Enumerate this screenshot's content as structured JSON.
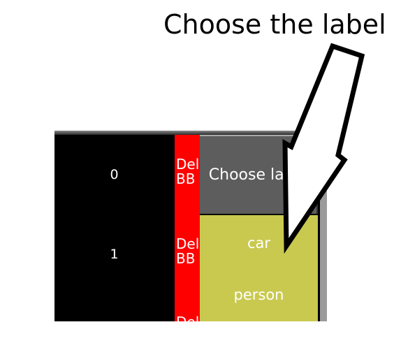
{
  "annotation": {
    "text": "Choose the label"
  },
  "rows": [
    {
      "index": "0",
      "delete_label": "Del\nBB"
    },
    {
      "index": "1",
      "delete_label": "Del\nBB"
    }
  ],
  "partial_delete_label": "Del",
  "choose_button": {
    "label": "Choose label"
  },
  "dropdown": {
    "options": [
      "car",
      "person"
    ]
  },
  "colors": {
    "panel_bg": "#000000",
    "delete_bg": "#ff0000",
    "choose_bg": "#5d5d5d",
    "dropdown_bg": "#c9c950",
    "scroll_track": "#9a9a9a"
  },
  "icons": {
    "pointer": "hand-drawn-arrow-icon"
  }
}
